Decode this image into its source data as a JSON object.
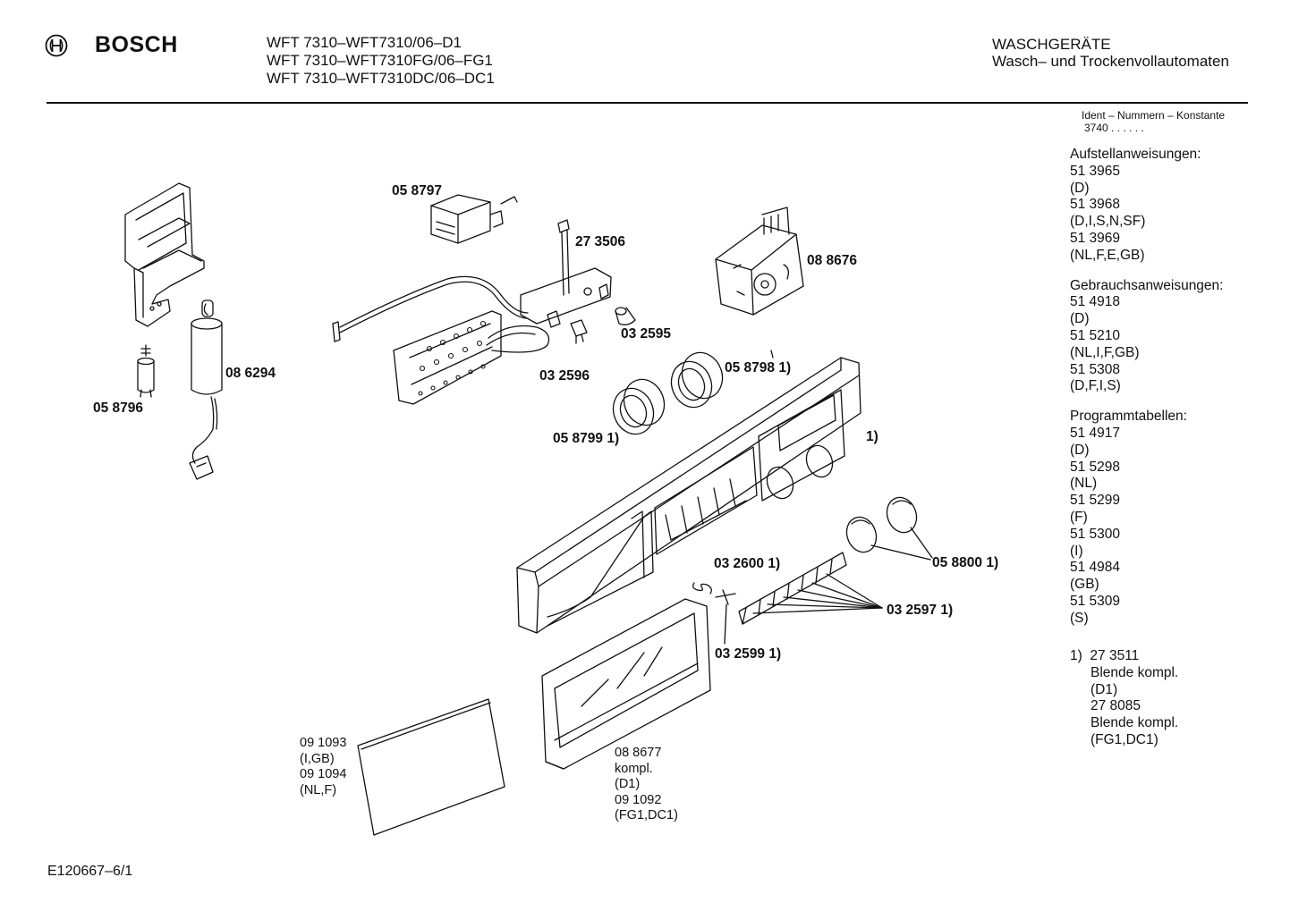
{
  "header": {
    "brand": "BOSCH",
    "models": [
      "WFT 7310–WFT7310/06–D1",
      "WFT 7310–WFT7310FG/06–FG1",
      "WFT 7310–WFT7310DC/06–DC1"
    ],
    "category": "WASCHGERÄTE",
    "subcategory": "Wasch– und Trockenvollautomaten"
  },
  "ident": {
    "label": "Ident – Nummern – Konstante",
    "value": "3740 . .   . . . ."
  },
  "sidebar": {
    "aufstellanweisungen": {
      "title": "Aufstellanweisungen:",
      "items": [
        "51 3965",
        "(D)",
        "51 3968",
        "(D,I,S,N,SF)",
        "51 3969",
        "(NL,F,E,GB)"
      ]
    },
    "gebrauchsanweisungen": {
      "title": "Gebrauchsanweisungen:",
      "items": [
        "51 4918",
        "(D)",
        "51 5210",
        "(NL,I,F,GB)",
        "51 5308",
        "(D,F,I,S)"
      ]
    },
    "programmtabellen": {
      "title": "Programmtabellen:",
      "items": [
        "51 4917",
        "(D)",
        "51 5298",
        "(NL)",
        "51 5299",
        "(F)",
        "51 5300",
        "(I)",
        "51 4984",
        "(GB)",
        "51 5309",
        "(S)"
      ]
    },
    "footnote": {
      "marker": "1)",
      "lines": [
        "27 3511",
        "Blende kompl.",
        "(D1)",
        "27 8085",
        "Blende kompl.",
        "(FG1,DC1)"
      ]
    }
  },
  "parts": {
    "p058797": "05 8797",
    "p273506": "27 3506",
    "p088676": "08 8676",
    "p086294": "08 6294",
    "p058796": "05 8796",
    "p032595": "03 2595",
    "p032596": "03 2596",
    "p058798": "05 8798 1)",
    "p058799": "05 8799 1)",
    "panel": "1)",
    "p032600": "03 2600 1)",
    "p058800": "05 8800 1)",
    "p032597": "03 2597 1)",
    "p032599": "03 2599 1)"
  },
  "notes": {
    "door_glass": [
      "09 1093",
      "(I,GB)",
      "09 1094",
      "(NL,F)"
    ],
    "door": [
      "08 8677",
      "kompl.",
      "(D1)",
      "09 1092",
      "(FG1,DC1)"
    ]
  },
  "footer": {
    "drawing_id": "E120667–6/1"
  }
}
